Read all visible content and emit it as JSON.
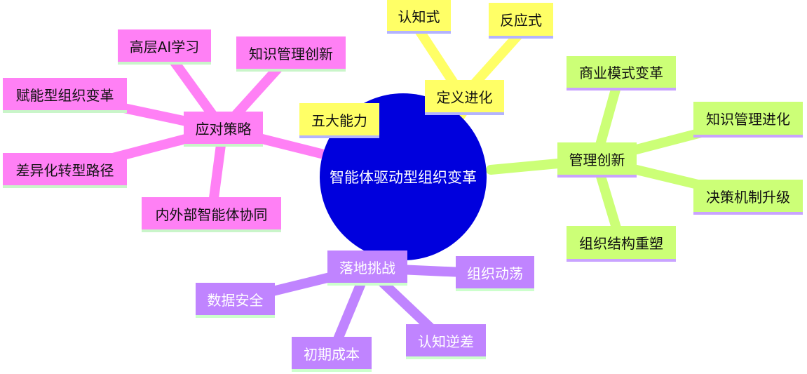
{
  "colors": {
    "center": "#0000dd",
    "yellow": "#ffff66",
    "green": "#ccff77",
    "pink": "#ff80f5",
    "purple": "#c084ff"
  },
  "center": {
    "label": "智能体驱动型组织变革"
  },
  "branches": {
    "definition": {
      "label": "定义进化",
      "children": [
        "认知式",
        "反应式"
      ]
    },
    "capabilities": {
      "label": "五大能力"
    },
    "management": {
      "label": "管理创新",
      "children": [
        "商业模式变革",
        "知识管理进化",
        "决策机制升级",
        "组织结构重塑"
      ]
    },
    "strategy": {
      "label": "应对策略",
      "children": [
        "高层AI学习",
        "知识管理创新",
        "赋能型组织变革",
        "差异化转型路径",
        "内外部智能体协同"
      ]
    },
    "challenges": {
      "label": "落地挑战",
      "children": [
        "组织动荡",
        "数据安全",
        "认知逆差",
        "初期成本"
      ]
    }
  }
}
